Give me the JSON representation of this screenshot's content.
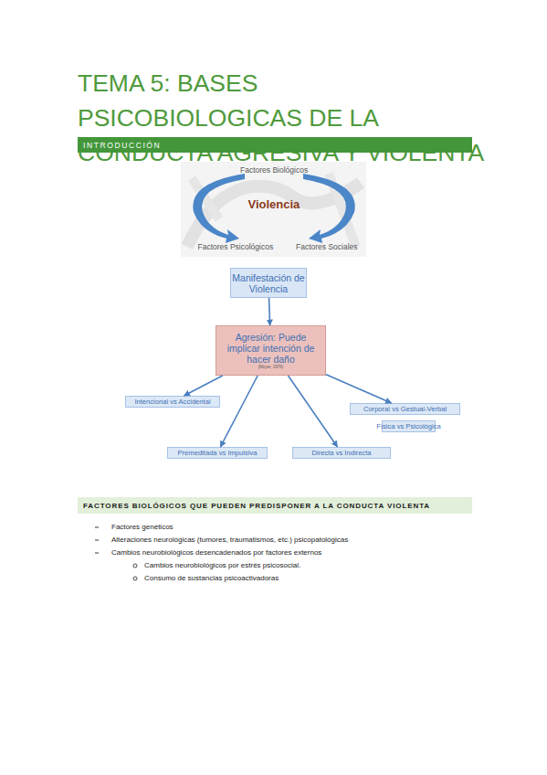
{
  "diagram": {
    "title": "TEMA 5: BASES PSICOBIOLOGICAS DE LA CONDUCTA AGRESIVA Y VIOLENTA",
    "nodes": [
      {
        "text": [
          "INTRODUCCIÓN"
        ]
      },
      {
        "text": [
          "Manifestación de Violencia"
        ]
      },
      {
        "text": [
          "Agresión: Puede implicar intención de hacer daño",
          "(Moyer, 1976)"
        ]
      },
      {
        "text": [
          "Intencional vs Accidental"
        ]
      },
      {
        "text": [
          "Corporal vs Gestual-Verbal"
        ]
      },
      {
        "text": [
          "Física vs Psicológica"
        ]
      },
      {
        "text": [
          "Premeditada vs Impulsiva"
        ]
      },
      {
        "text": [
          "Directa vs Indirecta"
        ]
      },
      {
        "text": [
          "FACTORES BIOLÓGICOS QUE PUEDEN PREDISPONER A LA CONDUCTA VIOLENTA"
        ]
      }
    ],
    "edges": [
      {
        "from": 1,
        "to": 2,
        "arrow": "to"
      },
      {
        "from": 2,
        "to": 3,
        "arrow": "to"
      },
      {
        "from": 2,
        "to": 4,
        "arrow": "to"
      },
      {
        "from": 2,
        "to": 6,
        "arrow": "to"
      },
      {
        "from": 2,
        "to": 7,
        "arrow": "to"
      }
    ],
    "labels": [
      "Factores Biológicos",
      "Violencia",
      "Factores Psicológicos",
      "Factores Sociales",
      "Factores genéticos",
      "Alteraciones neurológicas (tumores, traumatismos, etc.) psicopatológicas",
      "Cambios neurobiológicos desencadenados por factores externos",
      "Cambios neurobiológicos por estrés psicosocial.",
      "Consumo de sustancias psicoactivadoras"
    ]
  }
}
